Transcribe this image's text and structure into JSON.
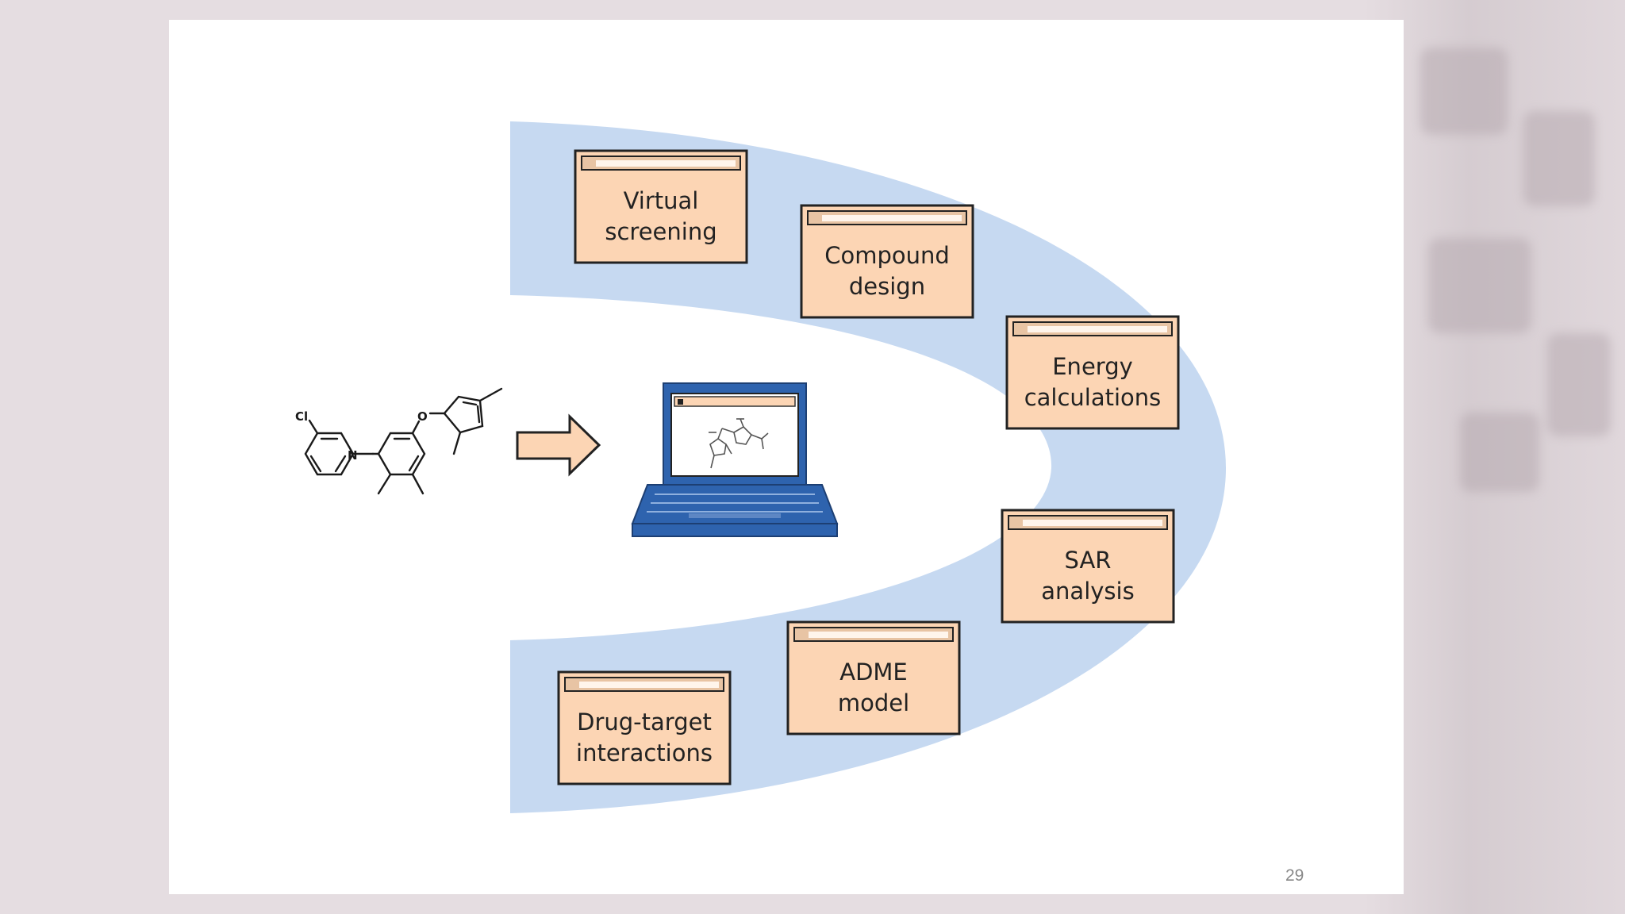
{
  "slide": {
    "page_number": "29",
    "molecule_labels": {
      "chlorine": "Cl",
      "nitrogen": "N",
      "oxygen": "O"
    },
    "boxes": [
      {
        "id": "virtual-screening",
        "label": "Virtual\nscreening"
      },
      {
        "id": "compound-design",
        "label": "Compound\ndesign"
      },
      {
        "id": "energy-calculations",
        "label": "Energy\ncalculations"
      },
      {
        "id": "sar-analysis",
        "label": "SAR\nanalysis"
      },
      {
        "id": "adme-model",
        "label": "ADME\nmodel"
      },
      {
        "id": "drug-target-interactions",
        "label": "Drug-target\ninteractions"
      }
    ]
  },
  "colors": {
    "arc_band": "#c6d9f1",
    "box_fill": "#fcd5b4",
    "box_border": "#222222",
    "laptop_blue": "#2e63ae",
    "arrow_fill": "#fcd5b4"
  }
}
